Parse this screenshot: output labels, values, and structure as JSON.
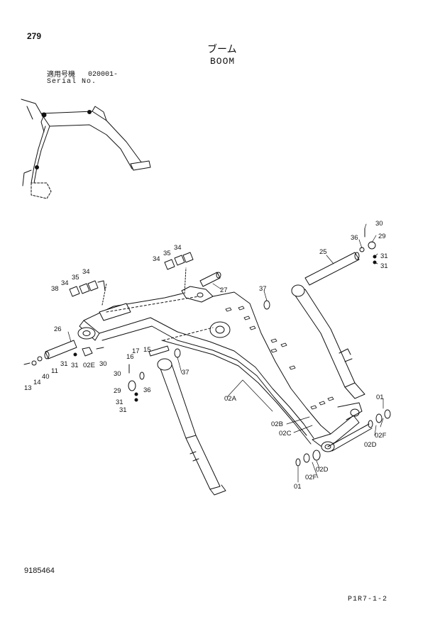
{
  "page_number": "279",
  "title_jp": "ブーム",
  "title_en": "BOOM",
  "serial_label_jp": "適用号機",
  "serial_value": "020001-",
  "serial_label_en": "Serial No.",
  "document_number": "9185464",
  "figure_code": "P1R7-1-2",
  "part_labels": {
    "p30a": "30",
    "p29a": "29",
    "p36a": "36",
    "p31a": "31",
    "p31b": "31",
    "p25": "25",
    "p34a": "34",
    "p35a": "35",
    "p34b": "34",
    "p34c": "34",
    "p35b": "35",
    "p34d": "34",
    "p38": "38",
    "p37a": "37",
    "p27": "27",
    "p26": "26",
    "p31c": "31",
    "p31d": "31",
    "p02e": "02E",
    "p30b": "30",
    "p13": "13",
    "p14": "14",
    "p40": "40",
    "p11": "11",
    "p17": "17",
    "p16": "16",
    "p15": "15",
    "p37b": "37",
    "p30c": "30",
    "p29b": "29",
    "p36b": "36",
    "p31e": "31",
    "p31f": "31",
    "p02a": "02A",
    "p02b": "02B",
    "p02c": "02C",
    "p01a": "01",
    "p02f_a": "02F",
    "p02d_a": "02D",
    "p01b": "01",
    "p02f_b": "02F",
    "p02d_b": "02D"
  }
}
